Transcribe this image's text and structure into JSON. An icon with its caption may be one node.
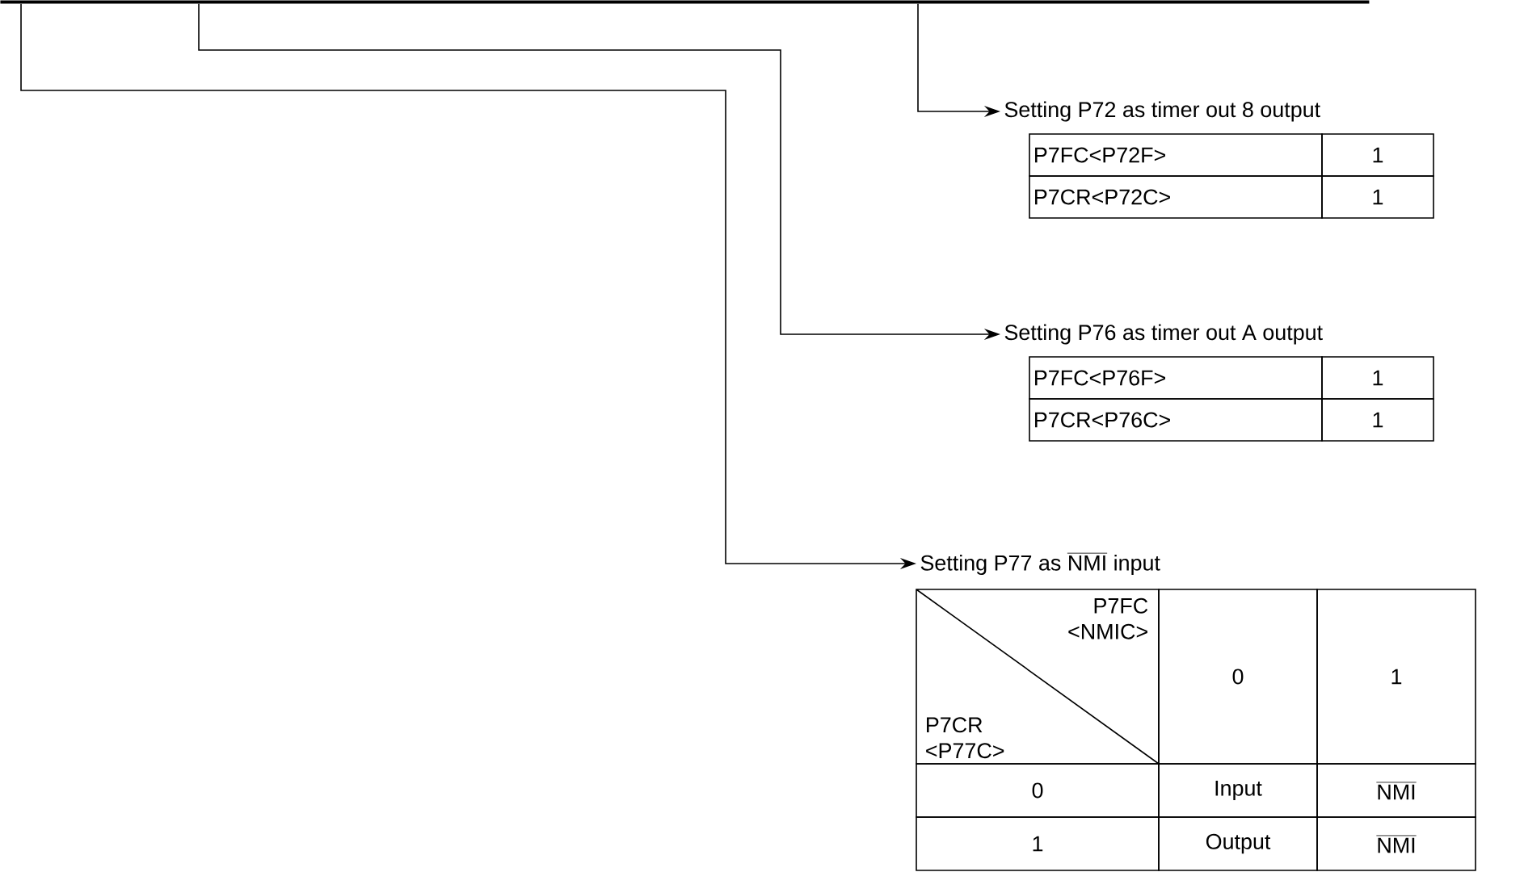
{
  "diagram": {
    "nodes": [
      {
        "text": [],
        "shape": "bar"
      },
      {
        "text": [
          "Setting P72 as timer out 8 output"
        ]
      },
      {
        "text": [
          "Setting P76 as timer out A output"
        ]
      },
      {
        "text": [
          "Setting P77 as",
          "NMI",
          "input"
        ]
      }
    ],
    "edges": [
      {
        "from": 0,
        "to": 1,
        "arrow": "to"
      },
      {
        "from": 0,
        "to": 2,
        "arrow": "to"
      },
      {
        "from": 0,
        "to": 3,
        "arrow": "to"
      }
    ],
    "labels": [
      "P7FC<P72F>",
      "1",
      "P7CR<P72C>",
      "1",
      "P7FC<P76F>",
      "1",
      "P7CR<P76C>",
      "1",
      "P7FC <NMIC>",
      "P7CR <P77C>",
      "0",
      "1",
      "0",
      "Input",
      "NMI",
      "1",
      "Output",
      "NMI"
    ]
  }
}
